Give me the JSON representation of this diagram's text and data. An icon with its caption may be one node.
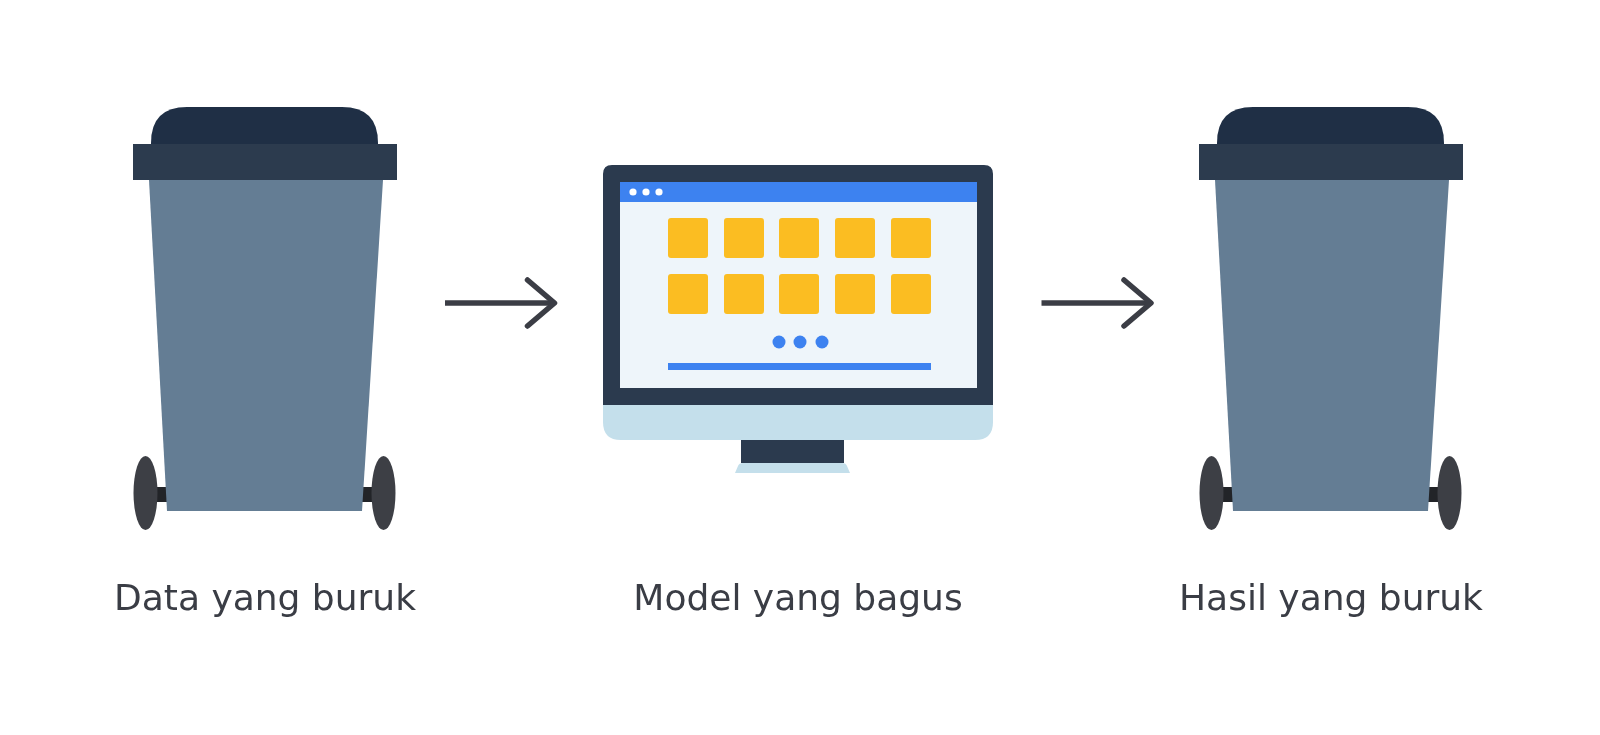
{
  "diagram": {
    "nodes": [
      {
        "text": [],
        "shape": "picture",
        "beside": [
          "Data yang buruk"
        ]
      },
      {
        "text": [],
        "shape": "picture",
        "beside": [
          "Model yang bagus"
        ]
      },
      {
        "text": [],
        "shape": "picture",
        "beside": [
          "Hasil yang buruk"
        ]
      }
    ],
    "edges": [
      {
        "from": 0,
        "to": 1,
        "arrow": "to"
      },
      {
        "from": 1,
        "to": 2,
        "arrow": "to"
      }
    ]
  }
}
